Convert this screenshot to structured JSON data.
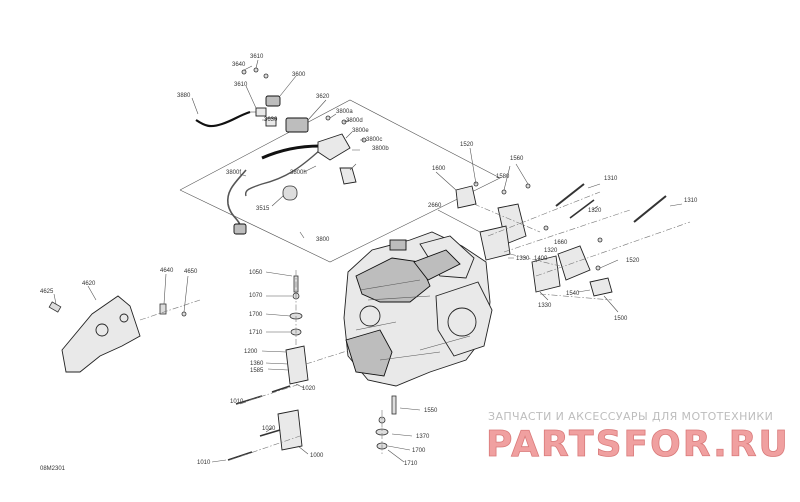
{
  "diagram": {
    "code": "08M2301",
    "watermark": {
      "caption": "ЗАПЧАСТИ И АКСЕССУАРЫ ДЛЯ МОТОТЕХНИКИ",
      "logo": "PARTSFOR.RU"
    },
    "callouts": {
      "c3610a": "3610",
      "c3640": "3640",
      "c3600": "3600",
      "c3610b": "3610",
      "c3880": "3880",
      "c3620": "3620",
      "c3630": "3630",
      "c3800a": "3800a",
      "c3800d": "3800d",
      "c3800e": "3800e",
      "c3800c": "3800c",
      "c3800b": "3800b",
      "c3800f": "3800f",
      "c3800h": "3800h",
      "c3515": "3515",
      "c3800": "3800",
      "c1520a": "1520",
      "c1560": "1560",
      "c1580": "1580",
      "c1600": "1600",
      "c1310a": "1310",
      "c1320a": "1320",
      "c2660": "2660",
      "c1330a": "1330",
      "c1400": "1400",
      "c1660": "1660",
      "c1320b": "1320",
      "c1310b": "1310",
      "c1520b": "1520",
      "c1540": "1540",
      "c1330b": "1330",
      "c1500": "1500",
      "c4640": "4640",
      "c4650": "4650",
      "c4625": "4625",
      "c4620": "4620",
      "c1050": "1050",
      "c1070": "1070",
      "c1700a": "1700",
      "c1710a": "1710",
      "c1200": "1200",
      "c1360": "1360",
      "c1585": "1585",
      "c1020a": "1020",
      "c1010a": "1010",
      "c1550": "1550",
      "c1020b": "1020",
      "c1370": "1370",
      "c1700b": "1700",
      "c1000": "1000",
      "c1710b": "1710",
      "c1010b": "1010"
    }
  }
}
